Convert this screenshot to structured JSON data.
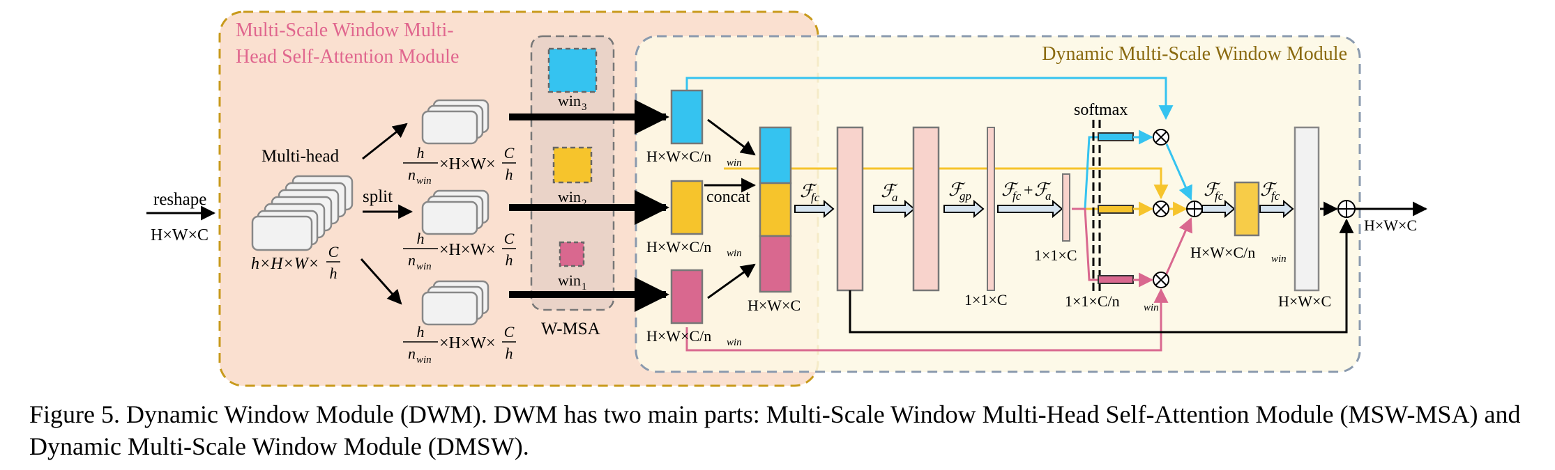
{
  "modules": {
    "mswmsa_title_line1": "Multi-Scale Window Multi-",
    "mswmsa_title_line2": "Head Self-Attention Module",
    "dmsw_title": "Dynamic Multi-Scale Window Module"
  },
  "labels": {
    "reshape": "reshape",
    "input_dim": "H×W×C",
    "multi_head": "Multi-head",
    "split": "split",
    "head_dim_prefix": "h×H×W×",
    "head_C": "C",
    "head_h": "h",
    "win_h": "h",
    "win_n": "n",
    "win_sub": "win",
    "win_mid": "×H×W×",
    "win_C": "C",
    "win_hh": "h",
    "win3": "win",
    "win3_sub": "3",
    "win2": "win",
    "win2_sub": "2",
    "win1": "win",
    "win1_sub": "1",
    "wmsa": "W-MSA",
    "feat_dim": "H×W×C/n",
    "feat_sub": "win",
    "concat": "concat",
    "concat_dim": "H×W×C",
    "F": "ℱ",
    "fc": "fc",
    "a": "a",
    "gp": "gp",
    "plus": "+",
    "gp_dim": "1×1×C",
    "fc_dim": "1×1×C",
    "softmax": "softmax",
    "soft_dim": "1×1×C/n",
    "soft_sub": "win",
    "post_dim": "H×W×C/n",
    "post_sub": "win",
    "fc_out_dim": "H×W×C",
    "output_dim": "H×W×C"
  },
  "caption": "Figure 5. Dynamic Window Module (DWM). DWM has two main parts: Multi-Scale Window Multi-Head Self-Attention Module (MSW-MSA) and Dynamic Multi-Scale Window Module (DMSW).",
  "colors": {
    "blue": "#35c3f0",
    "yellow": "#f6c42c",
    "pink": "#d9688f",
    "salmon": "#f8d3cc",
    "mswmsa_bg": "#fae0d0",
    "mswmsa_border": "#c89a1c",
    "dmsw_bg": "#fdf8e4",
    "dmsw_border": "#8a9aae",
    "wmsa_bg": "#ead3c8",
    "mswmsa_title": "#e0668e",
    "dmsw_title": "#8a6a10"
  }
}
